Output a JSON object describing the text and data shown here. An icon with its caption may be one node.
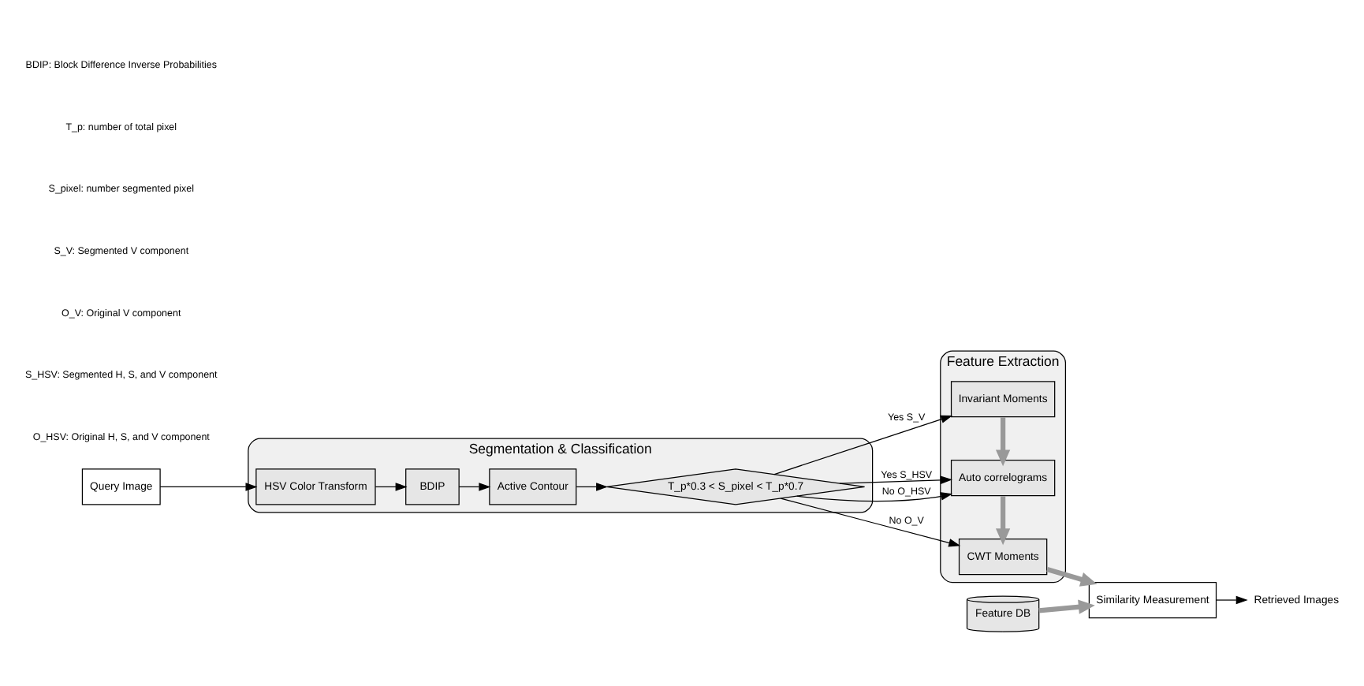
{
  "diagram": {
    "nodes": [
      {
        "text": [
          "Query Image"
        ]
      },
      {
        "text": [
          "Segmentation & Classification"
        ]
      },
      {
        "text": [
          "HSV Color Transform"
        ],
        "in": 1
      },
      {
        "text": [
          "BDIP"
        ],
        "in": 1
      },
      {
        "text": [
          "Active Contour"
        ],
        "in": 1
      },
      {
        "text": [
          "T_p*0.3 < S_pixel < T_p*0.7"
        ],
        "in": 1
      },
      {
        "text": [
          "Feature Extraction"
        ]
      },
      {
        "text": [
          "Invariant Moments"
        ],
        "in": 6
      },
      {
        "text": [
          "Auto correlograms"
        ],
        "in": 6
      },
      {
        "text": [
          "CWT Moments"
        ],
        "in": 6
      },
      {
        "text": [
          "Feature DB"
        ]
      },
      {
        "text": [
          "Similarity Measurement"
        ]
      },
      {
        "text": [
          "Retrieved Images"
        ]
      }
    ],
    "edges": [
      {
        "from": 0,
        "to": 2,
        "arrow": "to"
      },
      {
        "from": 2,
        "to": 3,
        "arrow": "to"
      },
      {
        "from": 3,
        "to": 4,
        "arrow": "to"
      },
      {
        "from": 4,
        "to": 5,
        "arrow": "to"
      },
      {
        "from": 5,
        "to": 7,
        "arrow": "to",
        "label": "Yes S_V"
      },
      {
        "from": 5,
        "to": 8,
        "arrow": "to",
        "label": "Yes S_HSV"
      },
      {
        "from": 5,
        "to": 8,
        "arrow": "to",
        "label": "No O_HSV"
      },
      {
        "from": 5,
        "to": 9,
        "arrow": "to",
        "label": "No O_V"
      },
      {
        "from": 7,
        "to": 8,
        "arrow": "to",
        "style": "thick",
        "color": "#999999"
      },
      {
        "from": 8,
        "to": 9,
        "arrow": "to",
        "style": "thick",
        "color": "#999999"
      },
      {
        "from": 9,
        "to": 11,
        "arrow": "to",
        "style": "thick",
        "color": "#999999"
      },
      {
        "from": 10,
        "to": 11,
        "arrow": "to",
        "style": "thick",
        "color": "#999999"
      },
      {
        "from": 11,
        "to": 12,
        "arrow": "to"
      }
    ],
    "labels": [
      "BDIP: Block Difference Inverse Probabilities",
      "T_p: number of total pixel",
      "S_pixel: number segmented pixel",
      "S_V: Segmented V component",
      "O_V: Original V component",
      "S_HSV: Segmented H, S, and V component",
      "O_HSV: Original H, S, and V component"
    ]
  }
}
